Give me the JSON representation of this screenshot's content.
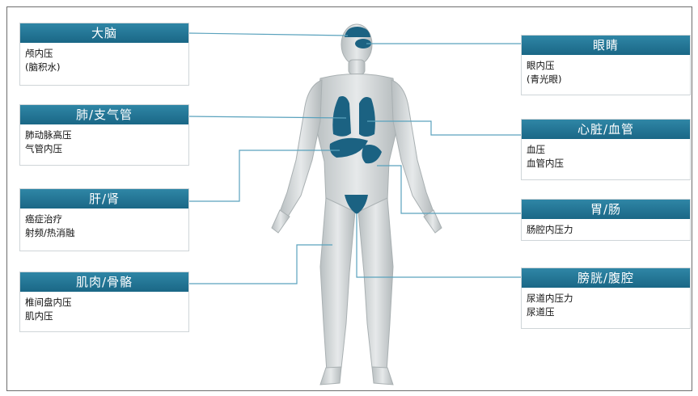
{
  "colors": {
    "header": "#1f7396",
    "connector": "#5aa2bd",
    "organ": "#1b6282",
    "body_skin": "#d6dadb"
  },
  "cards": {
    "brain": {
      "title": "大脑",
      "lines": [
        "颅内压",
        "(脑积水)"
      ]
    },
    "lung": {
      "title": "肺/支气管",
      "lines": [
        "肺动脉高压",
        "气管内压"
      ]
    },
    "liver": {
      "title": "肝/肾",
      "lines": [
        "癌症治疗",
        "射频/热消融"
      ]
    },
    "muscle": {
      "title": "肌肉/骨骼",
      "lines": [
        "椎间盘内压",
        "肌内压"
      ]
    },
    "eye": {
      "title": "眼睛",
      "lines": [
        "眼内压",
        "(青光眼)"
      ]
    },
    "heart": {
      "title": "心脏/血管",
      "lines": [
        "血压",
        "血管内压"
      ]
    },
    "stomach": {
      "title": "胃/肠",
      "lines": [
        "肠腔内压力"
      ]
    },
    "bladder": {
      "title": "膀胱/腹腔",
      "lines": [
        "尿道内压力",
        "尿道压"
      ]
    }
  }
}
